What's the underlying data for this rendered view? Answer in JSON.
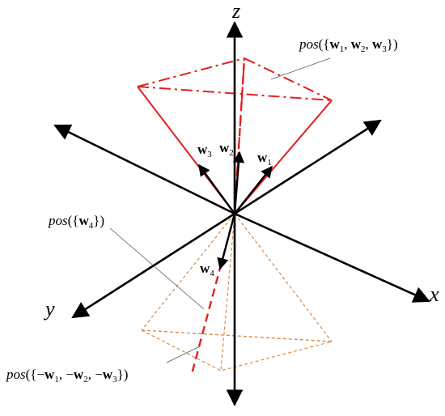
{
  "axes": {
    "x_label": "x",
    "y_label": "y",
    "z_label": "z"
  },
  "vectors": {
    "w1": {
      "base": "w",
      "sub": "1"
    },
    "w2": {
      "base": "w",
      "sub": "2"
    },
    "w3": {
      "base": "w",
      "sub": "3"
    },
    "w4": {
      "base": "w",
      "sub": "4"
    }
  },
  "annotations": {
    "upper_cone": {
      "prefix": "pos",
      "open": "({",
      "w1": "w",
      "s1": "1",
      "sep1": ", ",
      "w2": "w",
      "s2": "2",
      "sep2": ", ",
      "w3": "w",
      "s3": "3",
      "close": "})"
    },
    "single_ray": {
      "prefix": "pos",
      "open": "({",
      "w": "w",
      "s": "4",
      "close": "})"
    },
    "lower_cone": {
      "prefix": "pos",
      "open": "({−",
      "w1": "w",
      "s1": "1",
      "sep1": ", −",
      "w2": "w",
      "s2": "2",
      "sep2": ", −",
      "w3": "w",
      "s3": "3",
      "close": "})"
    }
  },
  "colors": {
    "axis": "#000000",
    "upper_cone": "#e02020",
    "lower_cone": "#d98c4a",
    "ray_w4": "#e02020"
  }
}
